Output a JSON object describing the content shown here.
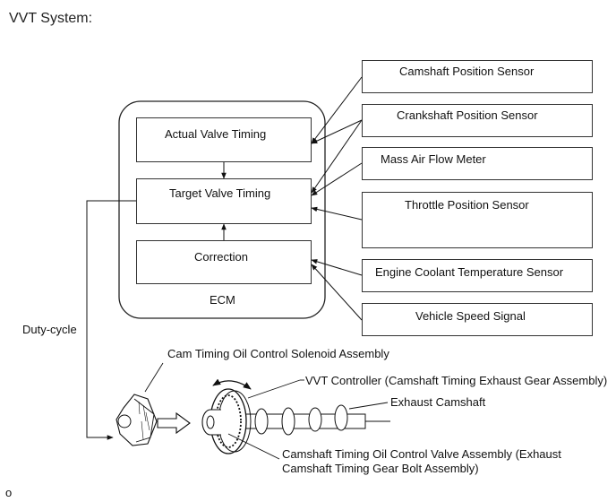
{
  "title": "VVT System:",
  "ecm": {
    "label": "ECM",
    "blocks": {
      "actual": "Actual Valve Timing",
      "target": "Target Valve Timing",
      "correction": "Correction"
    }
  },
  "inputs": [
    "Camshaft Position Sensor",
    "Crankshaft Position Sensor",
    "Mass Air Flow Meter",
    "Throttle Position Sensor",
    "Engine Coolant Temperature Sensor",
    "Vehicle Speed Signal"
  ],
  "duty_cycle": "Duty-cycle",
  "components": {
    "solenoid": "Cam Timing Oil Control Solenoid Assembly",
    "vvt_controller": "VVT Controller (Camshaft Timing Exhaust Gear Assembly)",
    "exhaust_camshaft": "Exhaust Camshaft",
    "valve_line1": "Camshaft Timing Oil Control Valve Assembly (Exhaust",
    "valve_line2": "Camshaft Timing Gear Bolt Assembly)"
  },
  "footer": "o"
}
